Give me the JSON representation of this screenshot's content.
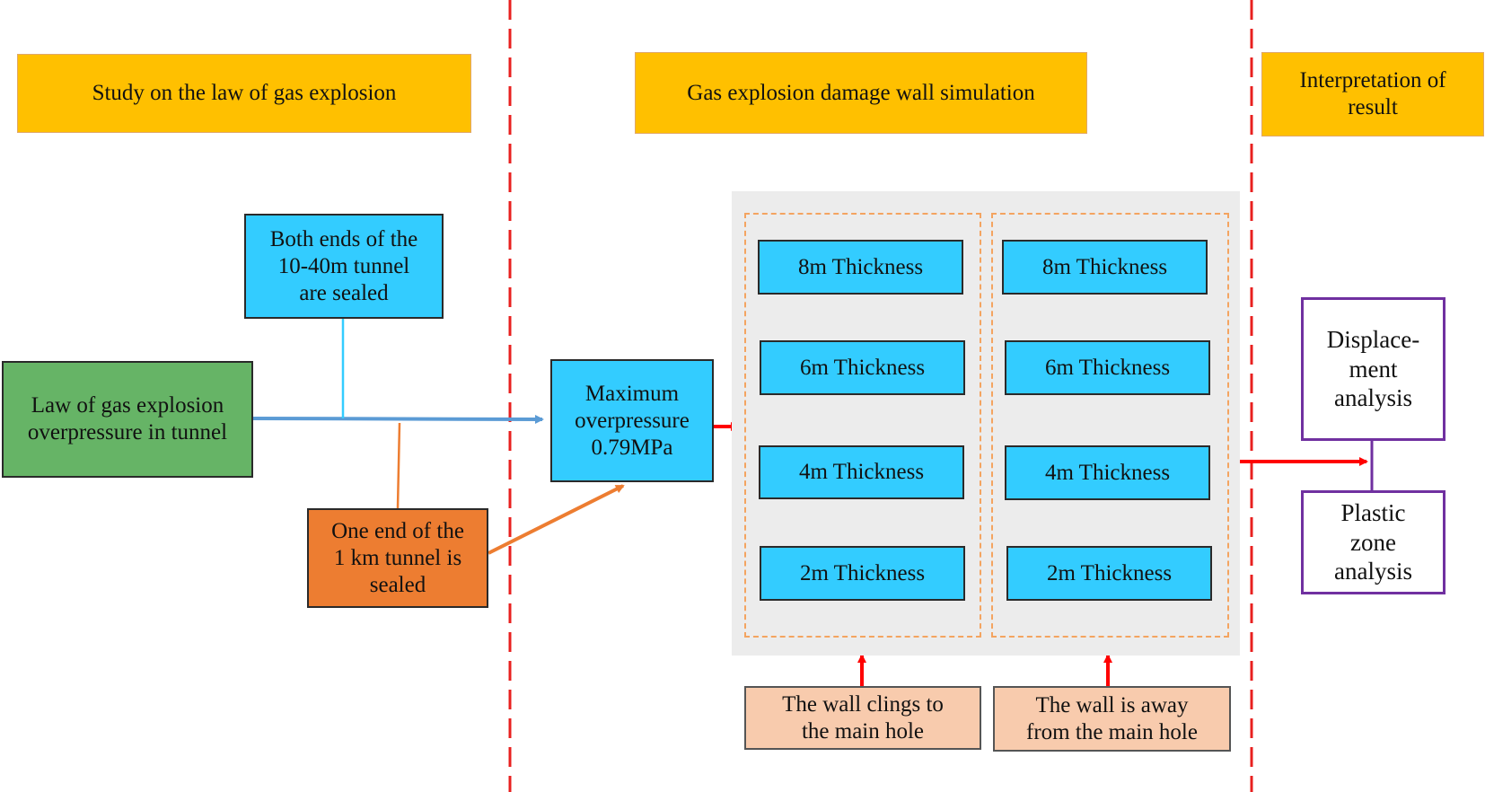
{
  "headers": {
    "left": "Study on the law of gas explosion",
    "middle": "Gas explosion damage wall simulation",
    "right": "Interpretation of\nresult"
  },
  "left_section": {
    "both_ends": "Both ends of the\n10-40m tunnel\nare sealed",
    "law_box": "Law of gas explosion\noverpressure in tunnel",
    "one_end": "One end of the\n1 km tunnel is\nsealed"
  },
  "middle_section": {
    "max_overpressure": "Maximum\noverpressure\n0.79MPa",
    "left_column": [
      "8m Thickness",
      "6m Thickness",
      "4m Thickness",
      "2m Thickness"
    ],
    "right_column": [
      "8m Thickness",
      "6m Thickness",
      "4m Thickness",
      "2m Thickness"
    ],
    "cling_label": "The wall clings to\nthe main hole",
    "away_label": "The wall is away\nfrom the main hole"
  },
  "right_section": {
    "displacement": "Displace-\nment\nanalysis",
    "plastic": "Plastic\nzone\nanalysis"
  },
  "colors": {
    "header_fill": "#ffc000",
    "cyan_fill": "#33ccff",
    "green_fill": "#66b466",
    "orange_fill": "#ed7d31",
    "peach_fill": "#f8cbad",
    "purple_border": "#7030a0",
    "red_arrow": "#ff0000",
    "blue_arrow": "#5b9bd5",
    "divider": "#e8201f"
  }
}
